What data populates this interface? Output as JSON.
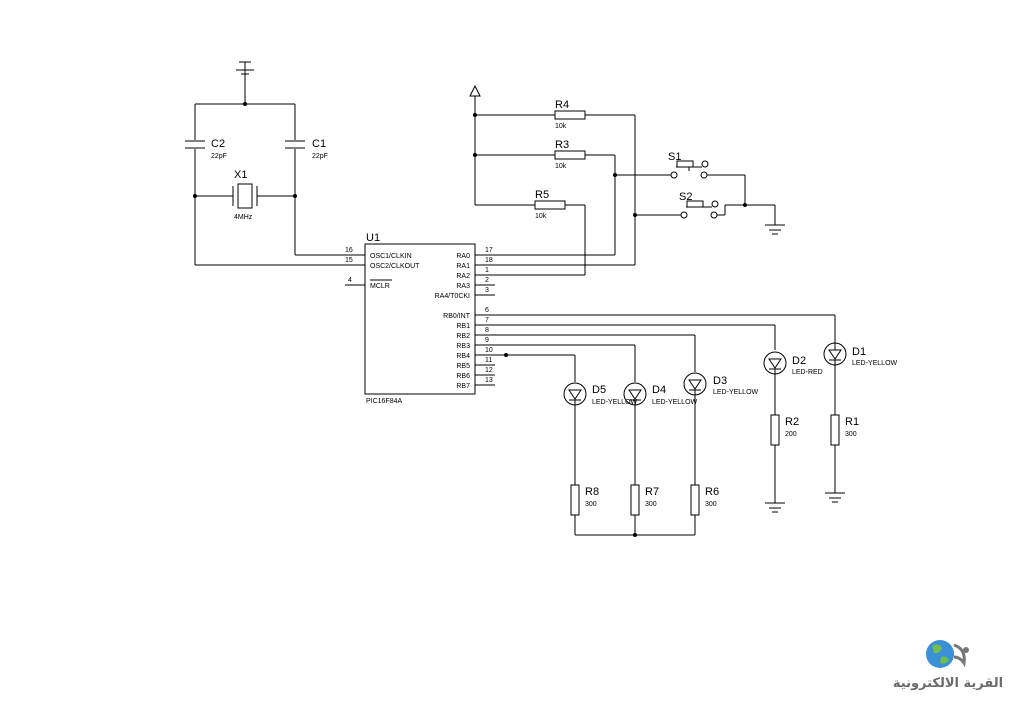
{
  "ic": {
    "ref": "U1",
    "part": "PIC16F84A",
    "pins_left": [
      {
        "num": "16",
        "name": "OSC1/CLKIN"
      },
      {
        "num": "15",
        "name": "OSC2/CLKOUT"
      },
      {
        "num": "4",
        "name": "MCLR"
      }
    ],
    "pins_right": [
      {
        "num": "17",
        "name": "RA0"
      },
      {
        "num": "18",
        "name": "RA1"
      },
      {
        "num": "1",
        "name": "RA2"
      },
      {
        "num": "2",
        "name": "RA3"
      },
      {
        "num": "3",
        "name": "RA4/T0CKI"
      },
      {
        "num": "6",
        "name": "RB0/INT"
      },
      {
        "num": "7",
        "name": "RB1"
      },
      {
        "num": "8",
        "name": "RB2"
      },
      {
        "num": "9",
        "name": "RB3"
      },
      {
        "num": "10",
        "name": "RB4"
      },
      {
        "num": "11",
        "name": "RB5"
      },
      {
        "num": "12",
        "name": "RB6"
      },
      {
        "num": "13",
        "name": "RB7"
      }
    ]
  },
  "capacitors": [
    {
      "ref": "C2",
      "value": "22pF"
    },
    {
      "ref": "C1",
      "value": "22pF"
    }
  ],
  "crystal": {
    "ref": "X1",
    "value": "4MHz"
  },
  "resistors": [
    {
      "ref": "R4",
      "value": "10k"
    },
    {
      "ref": "R3",
      "value": "10k"
    },
    {
      "ref": "R5",
      "value": "10k"
    },
    {
      "ref": "R2",
      "value": "200"
    },
    {
      "ref": "R1",
      "value": "300"
    },
    {
      "ref": "R8",
      "value": "300"
    },
    {
      "ref": "R7",
      "value": "300"
    },
    {
      "ref": "R6",
      "value": "300"
    }
  ],
  "leds": [
    {
      "ref": "D1",
      "type": "LED-YELLOW"
    },
    {
      "ref": "D2",
      "type": "LED-RED"
    },
    {
      "ref": "D3",
      "type": "LED-YELLOW"
    },
    {
      "ref": "D4",
      "type": "LED-YELLOW"
    },
    {
      "ref": "D5",
      "type": "LED-YELLOW"
    }
  ],
  "switches": [
    {
      "ref": "S1"
    },
    {
      "ref": "S2"
    }
  ],
  "logo": {
    "text": "القرية الالكترونية",
    "icon": "globe-icon"
  }
}
